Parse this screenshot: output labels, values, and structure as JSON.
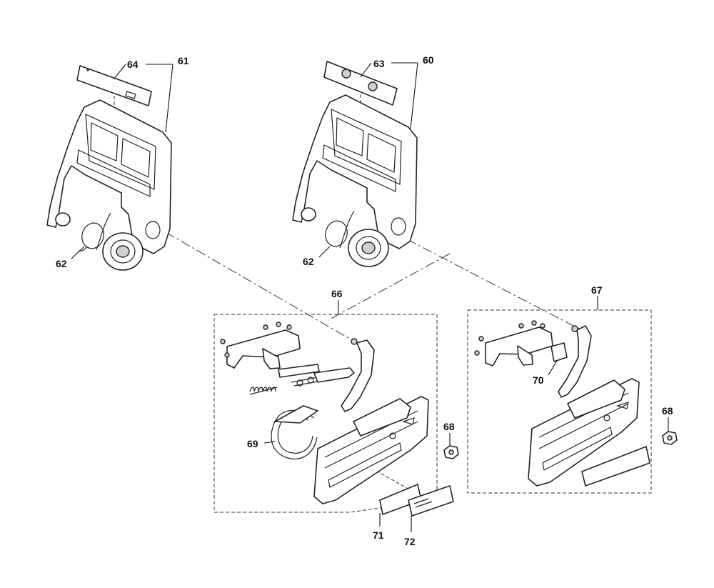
{
  "callouts": {
    "c60": "60",
    "c61": "61",
    "c62a": "62",
    "c62b": "62",
    "c63": "63",
    "c64": "64",
    "c66": "66",
    "c67": "67",
    "c68a": "68",
    "c68b": "68",
    "c69": "69",
    "c70": "70",
    "c71": "71",
    "c72": "72"
  }
}
